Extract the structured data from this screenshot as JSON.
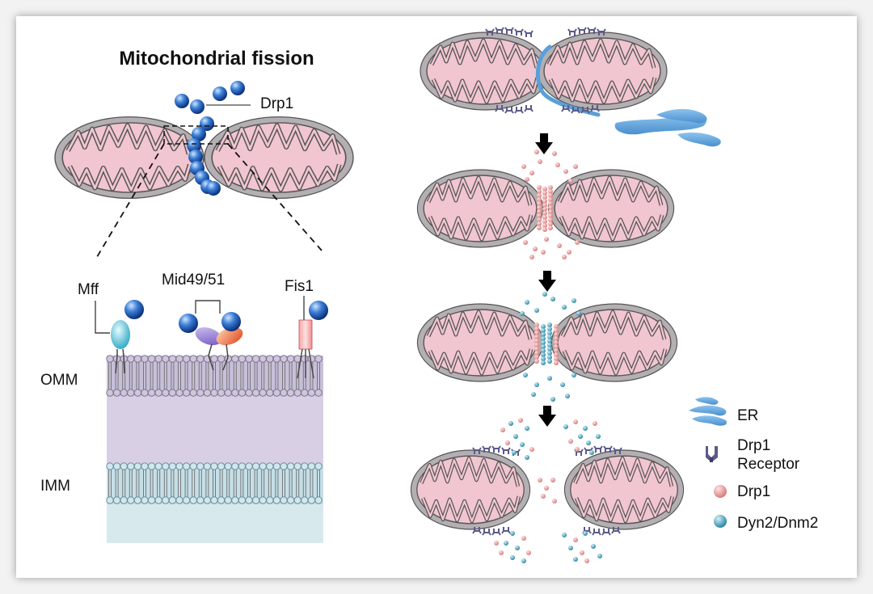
{
  "title": "Mitochondrial fission",
  "labels": {
    "drp1": "Drp1",
    "mff": "Mff",
    "mid": "Mid49/51",
    "fis1": "Fis1",
    "omm": "OMM",
    "imm": "IMM"
  },
  "legend": {
    "er": "ER",
    "receptor_line1": "Drp1",
    "receptor_line2": "Receptor",
    "drp1": "Drp1",
    "dyn2": "Dyn2/Dnm2"
  },
  "colors": {
    "matrix": "#f1c6d0",
    "membrane": "#b3afb3",
    "omm_band": "#c8bfd9",
    "imm_band": "#bcd9e0",
    "drp1_blue": "#1f5fb8",
    "er_blue": "#5aa0d8",
    "drp1_pink": "#e89a9a",
    "dyn2_teal": "#3a9cb5",
    "receptor": "#5a5a8a",
    "arrow": "#000000"
  }
}
